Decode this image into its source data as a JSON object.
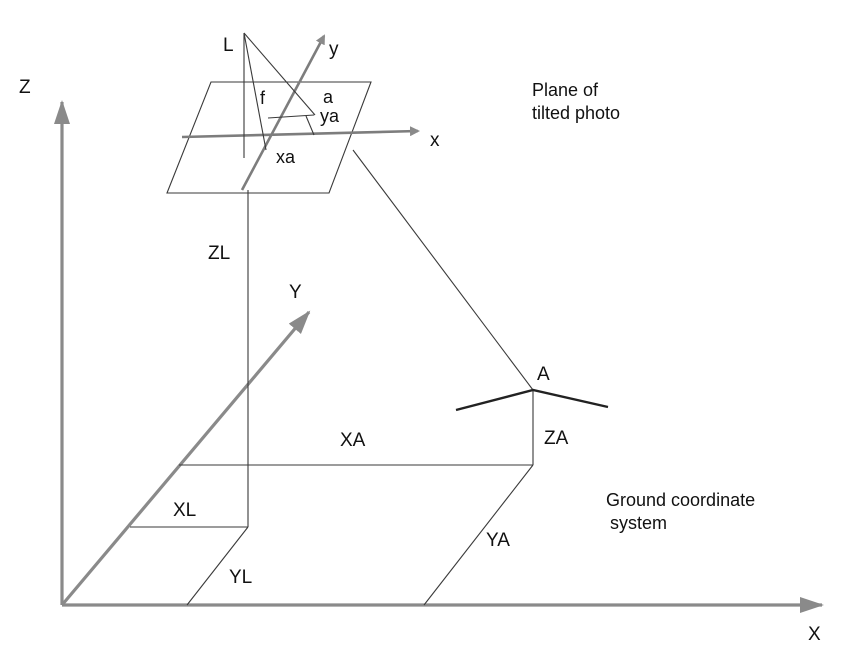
{
  "labels": {
    "Z": "Z",
    "X": "X",
    "Y": "Y",
    "L": "L",
    "y": "y",
    "x": "x",
    "f": "f",
    "a": "a",
    "ya": "ya",
    "xa": "xa",
    "ZL": "ZL",
    "A": "A",
    "XA": "XA",
    "ZA": "ZA",
    "XL": "XL",
    "YA": "YA",
    "YL": "YL"
  },
  "notes": {
    "photo_plane_line1": "Plane of",
    "photo_plane_line2": "tilted photo",
    "ground_line1": "Ground coordinate",
    "ground_line2": "system"
  },
  "colors": {
    "axis_gray": "#8a8a8a",
    "line_dark": "#3a3a3a",
    "terrain": "#222222"
  }
}
